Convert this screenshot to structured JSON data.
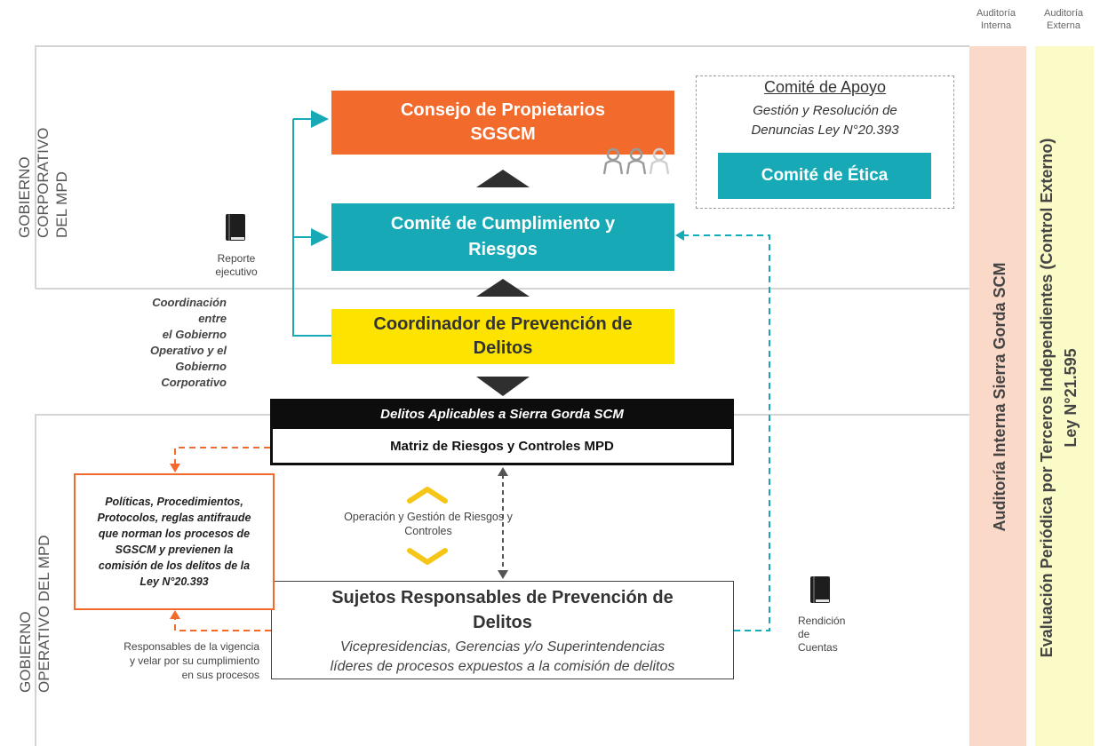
{
  "header": {
    "internal_audit": "Auditoría\nInterna",
    "external_audit": "Auditoría\nExterna"
  },
  "zones": {
    "corporate": "GOBIERNO\nCORPORATIVO\nDEL MPD",
    "operative": "GOBIERNO\nOPERATIVO DEL MPD"
  },
  "boxes": {
    "consejo": "Consejo de Propietarios\nSGSCM",
    "comite_cumplimiento": "Comité de Cumplimiento y\nRiesgos",
    "coordinador": "Coordinador de Prevención de\nDelitos",
    "delitos_aplicables": "Delitos Aplicables  a Sierra Gorda SCM",
    "matriz": "Matriz de Riesgos  y Controles MPD",
    "sujetos_title": "Sujetos Responsables de Prevención de\nDelitos",
    "sujetos_subtitle": "Vicepresidencias, Gerencias y/o Superintendencias\nlíderes de procesos expuestos a la comisión de delitos",
    "politicas": "Políticas, Procedimientos,\nProtocolos, reglas antifraude\nque norman los procesos de\nSGSCM y previenen la\ncomisión de los delitos de la\nLey N°20.393"
  },
  "comite_apoyo": {
    "title": "Comité de Apoyo",
    "subtitle": "Gestión y Resolución de\nDenuncias Ley N°20.393",
    "etica": "Comité de Ética"
  },
  "labels": {
    "reporte": "Reporte\nejecutivo",
    "coordinacion": "Coordinación\nentre\nel Gobierno\nOperativo y el\nGobierno\nCorporativo",
    "operacion": "Operación y Gestión de Riesgos y\nControles",
    "responsables": "Responsables de la vigencia\ny velar por su cumplimiento\nen sus procesos",
    "rendicion": "Rendición\nde\nCuentas"
  },
  "sidebars": {
    "internal": "Auditoría Interna Sierra Gorda SCM",
    "external": "Evaluación Periódica por Terceros Independientes (Control Externo)\nLey N°21.595"
  },
  "colors": {
    "orange": "#f26a2c",
    "teal": "#17a9b5",
    "yellow": "#fde300",
    "black_bar": "#0d0d0d",
    "internal_band": "#fbd9c9",
    "external_band": "#fbfbc7",
    "chevron": "#f5c518"
  },
  "icons": [
    "people-icon",
    "book-icon",
    "chevron-up-icon",
    "chevron-down-icon"
  ]
}
